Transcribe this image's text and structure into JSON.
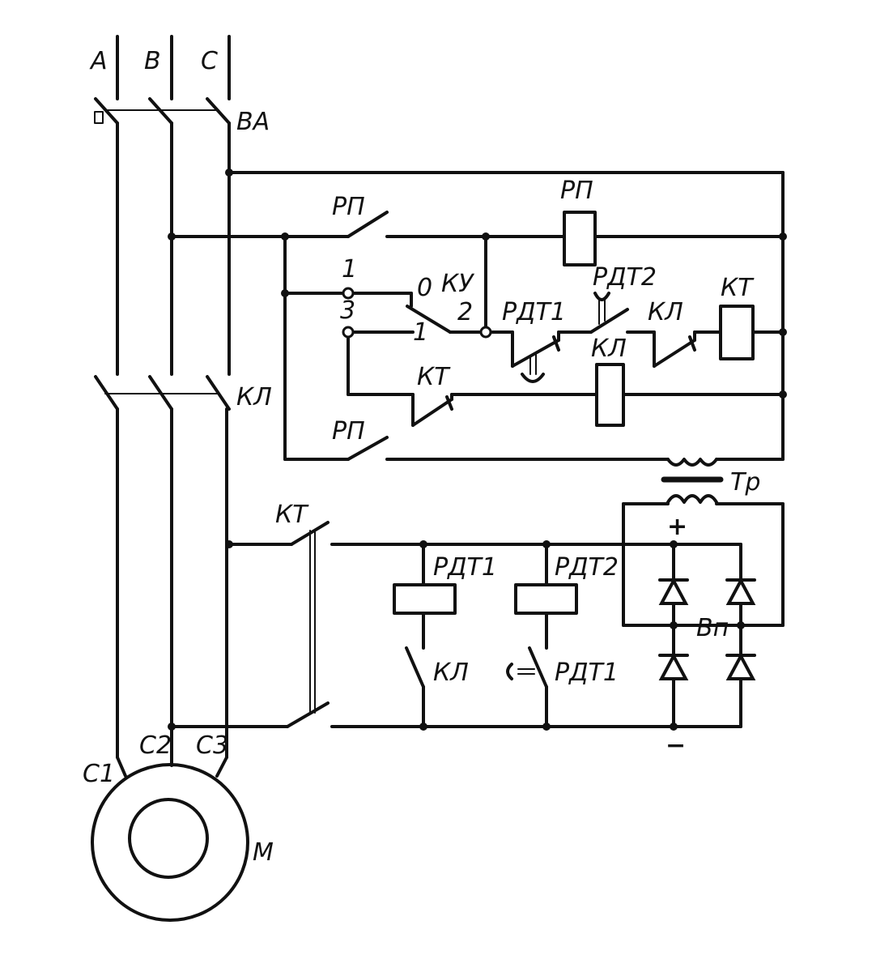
{
  "phases": {
    "a": "A",
    "b": "B",
    "c": "C"
  },
  "breaker": "ВА",
  "contactor_main": "КЛ",
  "control": {
    "rp_contact_top": "РП",
    "rp_coil": "РП",
    "ku_pos_1": "1",
    "ku_pos_3": "3",
    "ku_pos_0": "0",
    "ku_pos_1b": "1",
    "ku_pos_2": "2",
    "ku": "КУ",
    "rdt1_contact": "РДТ1",
    "rdt2_contact": "РДТ2",
    "kl_contact": "КЛ",
    "kt_coil": "КТ",
    "kl_coil": "КЛ",
    "kt_contact": "КТ",
    "rp_contact_bottom": "РП"
  },
  "braking": {
    "kt_contact": "КТ",
    "transformer": "Тр",
    "plus": "+",
    "minus": "−",
    "rectifier": "Вп",
    "rdt1_coil": "РДТ1",
    "rdt2_coil": "РДТ2",
    "kl_contact": "КЛ",
    "rdt1_contact": "РДТ1"
  },
  "motor": {
    "c1": "С1",
    "c2": "С2",
    "c3": "С3",
    "label": "М"
  }
}
